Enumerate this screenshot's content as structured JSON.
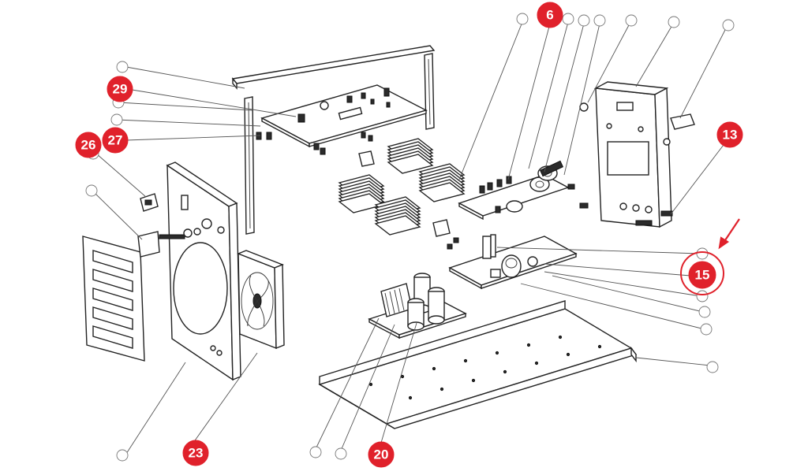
{
  "badges": {
    "b6": "6",
    "b13": "13",
    "b15": "15",
    "b20": "20",
    "b23": "23",
    "b26": "26",
    "b27": "27",
    "b29": "29"
  },
  "callouts": {
    "c1": "",
    "c2": "",
    "c3": "",
    "c4": "",
    "c5": "",
    "c6": "",
    "c7": "",
    "c8": "",
    "c9": "",
    "c10": "",
    "c11": "",
    "c12": "",
    "c13": "",
    "c14": "",
    "c15": "",
    "c16": "",
    "c17": "",
    "c18": "",
    "c19": "",
    "c20": "",
    "c21": "",
    "c22": ""
  },
  "colors": {
    "badge": "#e0212b",
    "line": "#222222",
    "callout": "#777777"
  }
}
